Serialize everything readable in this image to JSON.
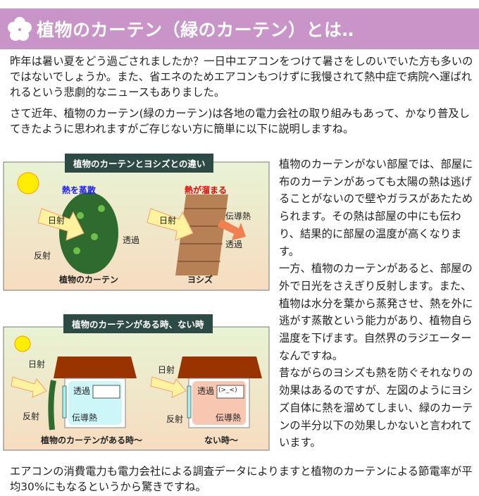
{
  "header": {
    "title": "植物のカーテン（緑のカーテン）とは‥"
  },
  "intro": {
    "p1": "昨年は暑い夏をどう過ごされましたか？一日中エアコンをつけて暑さをしのいでいた方も多いのではないでしょうか。また、省エネのためエアコンもつけずに我慢されて熱中症で病院へ運ばれれるという悲劇的なニュースもありました。",
    "p2": "さて近年、植物のカーテン(緑のカーテン)は各地の電力会社の取り組みもあって、かなり普及してきたように思われますがご存じない方に簡単に以下に説明しますね。"
  },
  "figure1": {
    "title": "植物のカーテンとヨシズとの違い",
    "evaporate": "熱を蒸散",
    "sunlight": "日射",
    "transmit": "透過",
    "reflect": "反射",
    "caption_left": "植物のカーテン",
    "heat_trapped": "熱が溜まる",
    "sunlight2": "日射",
    "conduction": "伝導熱",
    "transmit2": "透過",
    "caption_right": "ヨシズ"
  },
  "figure2": {
    "title": "植物のカーテンがある時、ない時",
    "sunlight": "日射",
    "reflect": "反射",
    "transmit": "透過",
    "conduction": "伝導熱",
    "caption_left": "植物のカーテンがある時〜",
    "sunlight2": "日射",
    "reflect2": "反射",
    "transmit2": "透過",
    "conduction2": "伝導熱",
    "ac_face": "(>_<)",
    "caption_right": "ない時〜"
  },
  "right_text": "植物のカーテンがない部屋では、部屋に布のカーテンがあっても太陽の熱は逃げることがないので壁やガラスがあたためられます。その熱は部屋の中にも伝わり、結果的に部屋の温度が高くなります。\n一方、植物のカーテンがあると、部屋の外で日光をさえぎり反射します。また、植物は水分を葉から蒸発させ、熱を外に逃がす蒸散という能力があり、植物自ら温度を下げます。自然界のラジエーターなんですね。\n昔ながらのヨシズも熱を防ぐそれなりの効果はあるのですが、左図のようにヨシズ自体に熱を溜めてしまい、緑のカーテンの半分以下の効果しかないと言われています。",
  "outro": "エアコンの消費電力も電力会社による調査データによりますと植物のカーテンによる節電率が平均30%にもなるというから驚きですね。",
  "colors": {
    "header": "#c995c9",
    "title_bg": "#2e4a45"
  }
}
